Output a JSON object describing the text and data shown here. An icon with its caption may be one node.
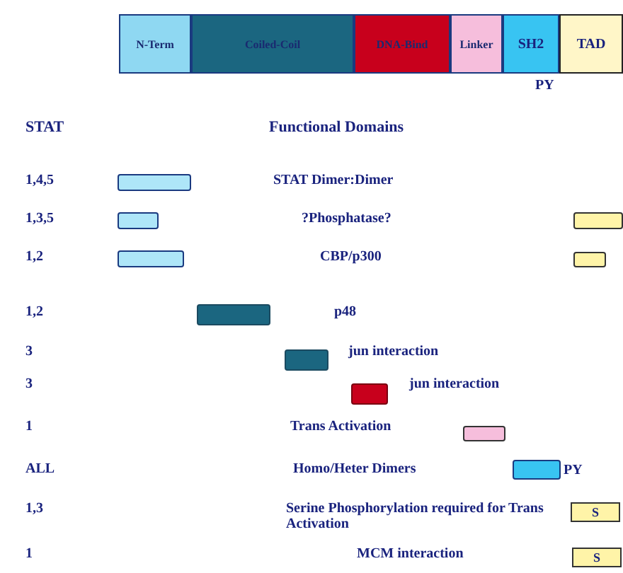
{
  "diagram": {
    "nodes": [
      {
        "text": [
          "N-Term"
        ]
      },
      {
        "text": [
          "Coiled-Coil"
        ]
      },
      {
        "text": [
          "DNA-Bind"
        ]
      },
      {
        "text": [
          "Linker"
        ]
      },
      {
        "text": [
          "SH2"
        ]
      },
      {
        "text": [
          "TAD"
        ]
      },
      {
        "text": [],
        "shape": "bar"
      },
      {
        "text": [],
        "shape": "bar"
      },
      {
        "text": [],
        "shape": "bar"
      },
      {
        "text": [],
        "shape": "bar"
      },
      {
        "text": [],
        "shape": "bar"
      },
      {
        "text": [],
        "shape": "bar"
      },
      {
        "text": [],
        "shape": "bar"
      },
      {
        "text": [],
        "shape": "bar"
      },
      {
        "text": [],
        "shape": "bar"
      },
      {
        "text": [],
        "shape": "bar"
      },
      {
        "text": [
          "S"
        ]
      },
      {
        "text": [
          "S"
        ]
      }
    ],
    "labels": [
      "PY",
      "STAT",
      "Functional Domains",
      "1,4,5",
      "STAT Dimer:Dimer",
      "1,3,5",
      "?Phosphatase?",
      "1,2",
      "CBP/p300",
      "1,2",
      "p48",
      "3",
      "jun interaction",
      "3",
      "jun interaction",
      "1",
      "Trans Activation",
      "ALL",
      "Homo/Heter Dimers",
      "PY",
      "1,3",
      "Serine Phosphorylation required for Trans Activation",
      "1",
      "MCM interaction"
    ]
  }
}
